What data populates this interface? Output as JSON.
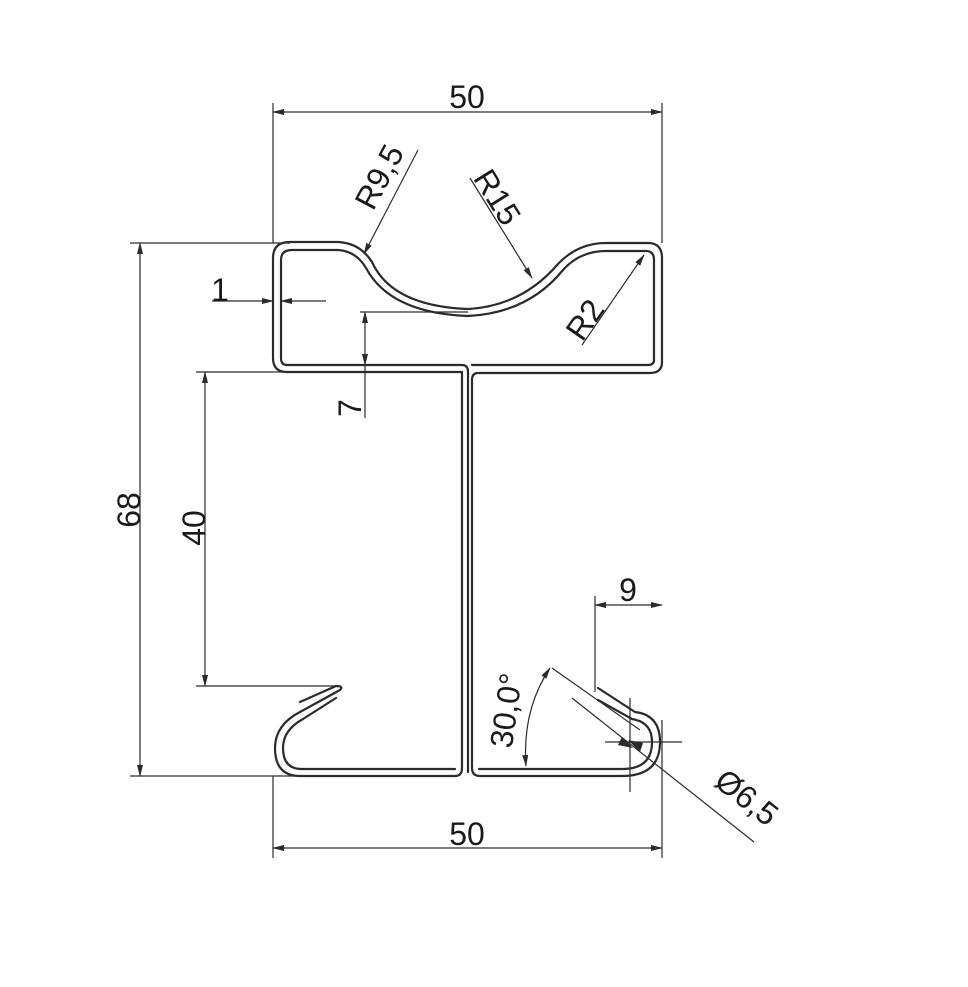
{
  "drawing": {
    "dimensions": {
      "top_width": "50",
      "bottom_width": "50",
      "overall_height": "68",
      "web_height": "40",
      "wall_thickness": "1",
      "pocket_depth": "7",
      "tab_width": "9",
      "radius_small_groove": "R9,5",
      "radius_large_groove": "R15",
      "radius_corner": "R2",
      "hook_angle": "30,0°",
      "hole_diameter": "Ø6,5"
    }
  }
}
